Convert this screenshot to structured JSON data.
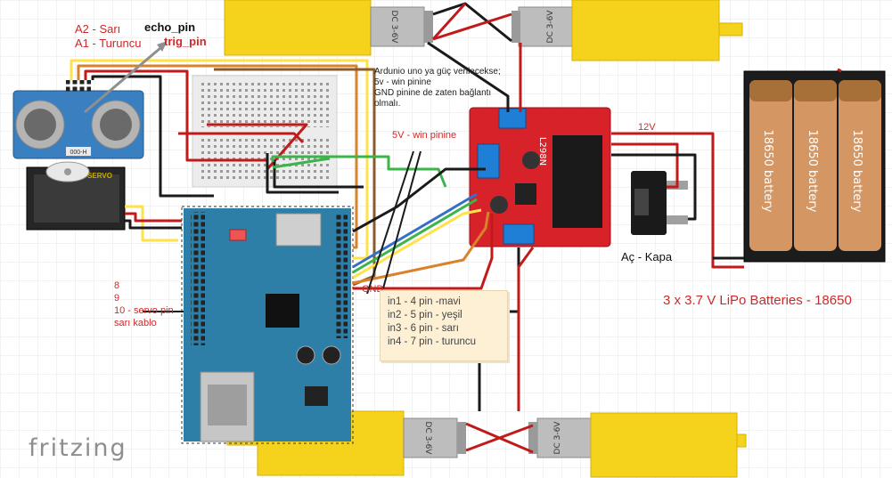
{
  "labels": {
    "a2": "A2 - Sarı",
    "a1": "A1 - Turuncu",
    "echo": "echo_pin",
    "trig": "trig_pin",
    "arduino_note": [
      "Ardunio uno ya güç verilecekse;",
      "5v - win pinine",
      "GND pinine de zaten bağlantı",
      "olmalı."
    ],
    "five_v": "5V - win pinine",
    "twelve_v": "12V",
    "gnd": "GND",
    "switch": "Aç - Kapa",
    "batteries": "3 x 3.7 V LiPo Batteries - 18650",
    "pin8": "8",
    "pin9": "9",
    "pin10": "10 - servo pin",
    "servo_wire": "sarı kablo",
    "brand": "fritzing"
  },
  "pin_notes": [
    "in1 - 4  pin -mavi",
    "in2 - 5 pin - yeşil",
    "in3 - 6 pin - sarı",
    "in4 - 7 pin - turuncu"
  ],
  "components": {
    "motor_label": "DC 3-6V",
    "battery_label": "18650 battery",
    "servo_label": "SERVO",
    "driver_chip": "L298N",
    "sensor_label": "000-H"
  },
  "colors": {
    "motor_yellow": "#f5d21c",
    "motor_gray": "#b9b9b9",
    "driver_red": "#d7222a",
    "terminal_blue": "#1f7fd6",
    "arduino_blue": "#2d7fa8",
    "battery_tan": "#d49763",
    "wire_red": "#c01a1a",
    "wire_black": "#1a1a1a",
    "wire_yellow": "#ffe14a",
    "wire_green": "#3bb54a",
    "wire_blue": "#3570c8",
    "wire_orange": "#d9822b",
    "wire_brown": "#8b5a2b"
  }
}
